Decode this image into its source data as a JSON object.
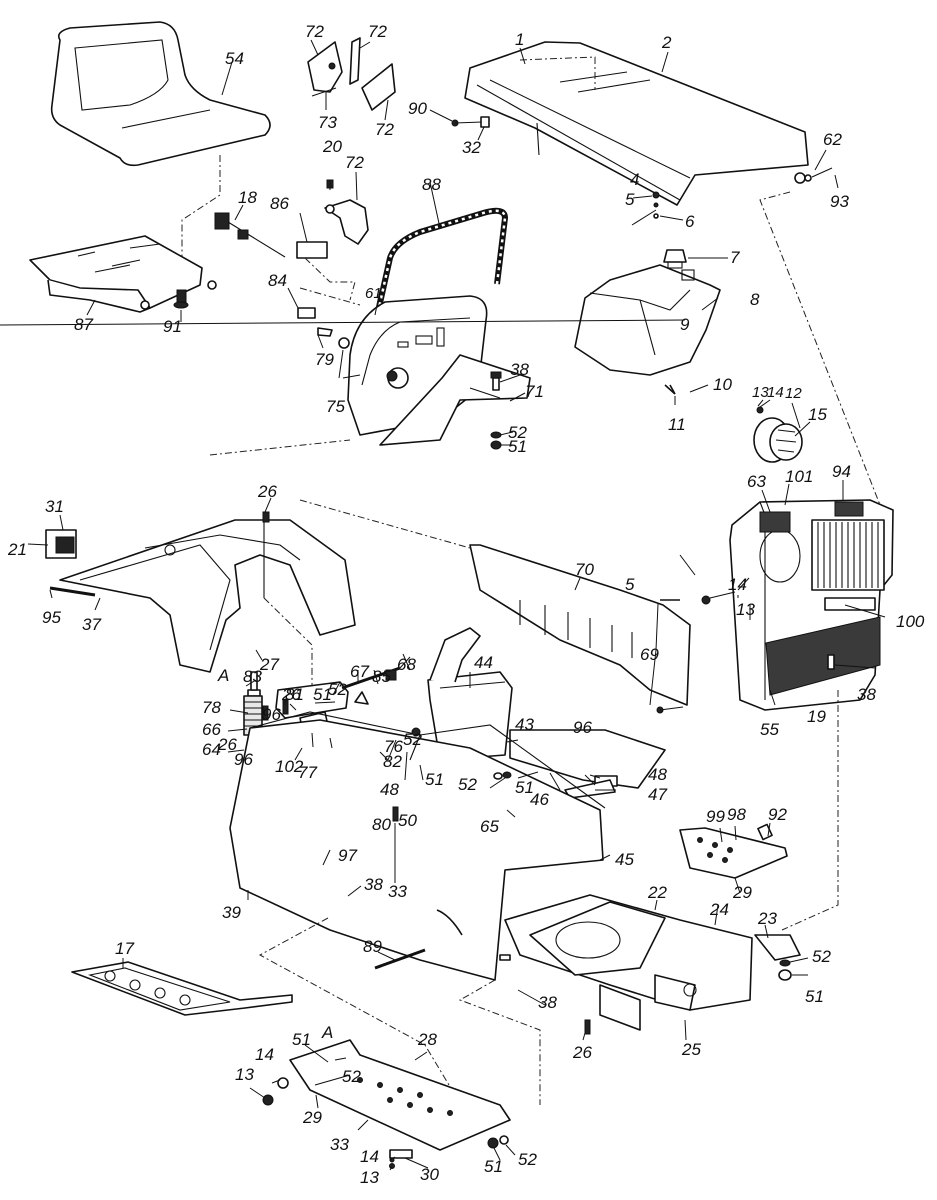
{
  "diagram": {
    "title": "Lawn tractor body, hood and frame — exploded parts view",
    "callouts": [
      {
        "id": "c1",
        "label": "1",
        "part": "hood-liner"
      },
      {
        "id": "c2",
        "label": "2",
        "part": "hood"
      },
      {
        "id": "c4",
        "label": "4",
        "part": "hood-nut"
      },
      {
        "id": "c5a",
        "label": "5",
        "part": "cotter-pin"
      },
      {
        "id": "c6",
        "label": "6",
        "part": "hood-washer"
      },
      {
        "id": "c7",
        "label": "7",
        "part": "fuel-cap"
      },
      {
        "id": "c8",
        "label": "8",
        "part": "fuel-tank"
      },
      {
        "id": "c9",
        "label": "9",
        "part": "fuel-gauge"
      },
      {
        "id": "c10",
        "label": "10",
        "part": "clip"
      },
      {
        "id": "c11",
        "label": "11",
        "part": "screw"
      },
      {
        "id": "c12",
        "label": "12",
        "part": "headlight-housing"
      },
      {
        "id": "c13a",
        "label": "13",
        "part": "nut"
      },
      {
        "id": "c14a",
        "label": "14",
        "part": "washer"
      },
      {
        "id": "c15",
        "label": "15",
        "part": "headlight-lens"
      },
      {
        "id": "c17",
        "label": "17",
        "part": "footrest-left"
      },
      {
        "id": "c18",
        "label": "18",
        "part": "choke-cable"
      },
      {
        "id": "c19",
        "label": "19",
        "part": "grille-housing"
      },
      {
        "id": "c20",
        "label": "20",
        "part": "screw"
      },
      {
        "id": "c21",
        "label": "21",
        "part": "screw"
      },
      {
        "id": "c22",
        "label": "22",
        "part": "frame"
      },
      {
        "id": "c23",
        "label": "23",
        "part": "hitch-bracket"
      },
      {
        "id": "c24",
        "label": "24",
        "part": "frame-rear"
      },
      {
        "id": "c25",
        "label": "25",
        "part": "hitch-plate"
      },
      {
        "id": "c26a",
        "label": "26",
        "part": "bolt"
      },
      {
        "id": "c27",
        "label": "27",
        "part": "screw"
      },
      {
        "id": "c28",
        "label": "28",
        "part": "screw"
      },
      {
        "id": "c29a",
        "label": "29",
        "part": "footrest-right"
      },
      {
        "id": "c30",
        "label": "30",
        "part": "bracket"
      },
      {
        "id": "c31",
        "label": "31",
        "part": "taillight"
      },
      {
        "id": "c32",
        "label": "32",
        "part": "hinge"
      },
      {
        "id": "c33a",
        "label": "33",
        "part": "bolt"
      },
      {
        "id": "c37",
        "label": "37",
        "part": "fender"
      },
      {
        "id": "c38a",
        "label": "38",
        "part": "bolt"
      },
      {
        "id": "c39",
        "label": "39",
        "part": "frame-side"
      },
      {
        "id": "c43",
        "label": "43",
        "part": "battery"
      },
      {
        "id": "c44",
        "label": "44",
        "part": "battery-cover"
      },
      {
        "id": "c45",
        "label": "45",
        "part": "frame-panel"
      },
      {
        "id": "c46",
        "label": "46",
        "part": "battery-tray"
      },
      {
        "id": "c47",
        "label": "47",
        "part": "strap"
      },
      {
        "id": "c48a",
        "label": "48",
        "part": "clip"
      },
      {
        "id": "c50",
        "label": "50",
        "part": "bracket"
      },
      {
        "id": "c51a",
        "label": "51",
        "part": "nut"
      },
      {
        "id": "c52a",
        "label": "52",
        "part": "washer"
      },
      {
        "id": "c54",
        "label": "54",
        "part": "seat"
      },
      {
        "id": "c55",
        "label": "55",
        "part": "grille-screen"
      },
      {
        "id": "c61",
        "label": "61",
        "part": "dash-panel"
      },
      {
        "id": "c62",
        "label": "62",
        "part": "washer"
      },
      {
        "id": "c63",
        "label": "63",
        "part": "vent"
      },
      {
        "id": "c64",
        "label": "64",
        "part": "spring"
      },
      {
        "id": "c65",
        "label": "65",
        "part": "grommet"
      },
      {
        "id": "c66",
        "label": "66",
        "part": "spacer"
      },
      {
        "id": "c67",
        "label": "67",
        "part": "spring"
      },
      {
        "id": "c68",
        "label": "68",
        "part": "bolt"
      },
      {
        "id": "c69",
        "label": "69",
        "part": "bolt"
      },
      {
        "id": "c70",
        "label": "70",
        "part": "side-panel"
      },
      {
        "id": "c71",
        "label": "71",
        "part": "dash-tray"
      },
      {
        "id": "c72",
        "label": "72",
        "part": "throttle-lever"
      },
      {
        "id": "c73",
        "label": "73",
        "part": "pin"
      },
      {
        "id": "c75",
        "label": "75",
        "part": "ignition-switch"
      },
      {
        "id": "c76",
        "label": "76",
        "part": "lever"
      },
      {
        "id": "c77",
        "label": "77",
        "part": "bracket"
      },
      {
        "id": "c78",
        "label": "78",
        "part": "washer"
      },
      {
        "id": "c79",
        "label": "79",
        "part": "key"
      },
      {
        "id": "c80",
        "label": "80",
        "part": "pivot"
      },
      {
        "id": "c81",
        "label": "81",
        "part": "seat-bracket"
      },
      {
        "id": "c82",
        "label": "82",
        "part": "bracket"
      },
      {
        "id": "c83",
        "label": "83",
        "part": "bolt"
      },
      {
        "id": "c84",
        "label": "84",
        "part": "switch"
      },
      {
        "id": "c85",
        "label": "85",
        "part": "nut"
      },
      {
        "id": "c86",
        "label": "86",
        "part": "switch"
      },
      {
        "id": "c87",
        "label": "87",
        "part": "seat-pan"
      },
      {
        "id": "c88",
        "label": "88",
        "part": "trim-strip"
      },
      {
        "id": "c89",
        "label": "89",
        "part": "rod"
      },
      {
        "id": "c90",
        "label": "90",
        "part": "screw"
      },
      {
        "id": "c91",
        "label": "91",
        "part": "knob"
      },
      {
        "id": "c92",
        "label": "92",
        "part": "bolt"
      },
      {
        "id": "c93",
        "label": "93",
        "part": "screw"
      },
      {
        "id": "c94",
        "label": "94",
        "part": "vent"
      },
      {
        "id": "c95",
        "label": "95",
        "part": "decal"
      },
      {
        "id": "c96a",
        "label": "96",
        "part": "rivet"
      },
      {
        "id": "c97",
        "label": "97",
        "part": "grommet"
      },
      {
        "id": "c98",
        "label": "98",
        "part": "nut"
      },
      {
        "id": "c99",
        "label": "99",
        "part": "washer"
      },
      {
        "id": "c100",
        "label": "100",
        "part": "emblem"
      },
      {
        "id": "c101",
        "label": "101",
        "part": "clip"
      },
      {
        "id": "c102",
        "label": "102",
        "part": "bracket"
      }
    ],
    "extra_labels": {
      "c5b": "5",
      "c13b": "13",
      "c13c": "13",
      "c13d": "13",
      "c14b": "14",
      "c14c": "14",
      "c14d": "14",
      "c26b": "26",
      "c26c": "26",
      "c26d": "26",
      "c29b": "29",
      "c33b": "33",
      "c38b": "38",
      "c38c": "38",
      "c38d": "38",
      "c48b": "48",
      "c51b": "51",
      "c51c": "51",
      "c51d": "51",
      "c51e": "51",
      "c51f": "51",
      "c51g": "51",
      "c52b": "52",
      "c52c": "52",
      "c52d": "52",
      "c52e": "52",
      "c52f": "52",
      "c52g": "52",
      "c72b": "72",
      "c72c": "72",
      "c72d": "72",
      "c96b": "96",
      "refA1": "A",
      "refA2": "A"
    }
  }
}
